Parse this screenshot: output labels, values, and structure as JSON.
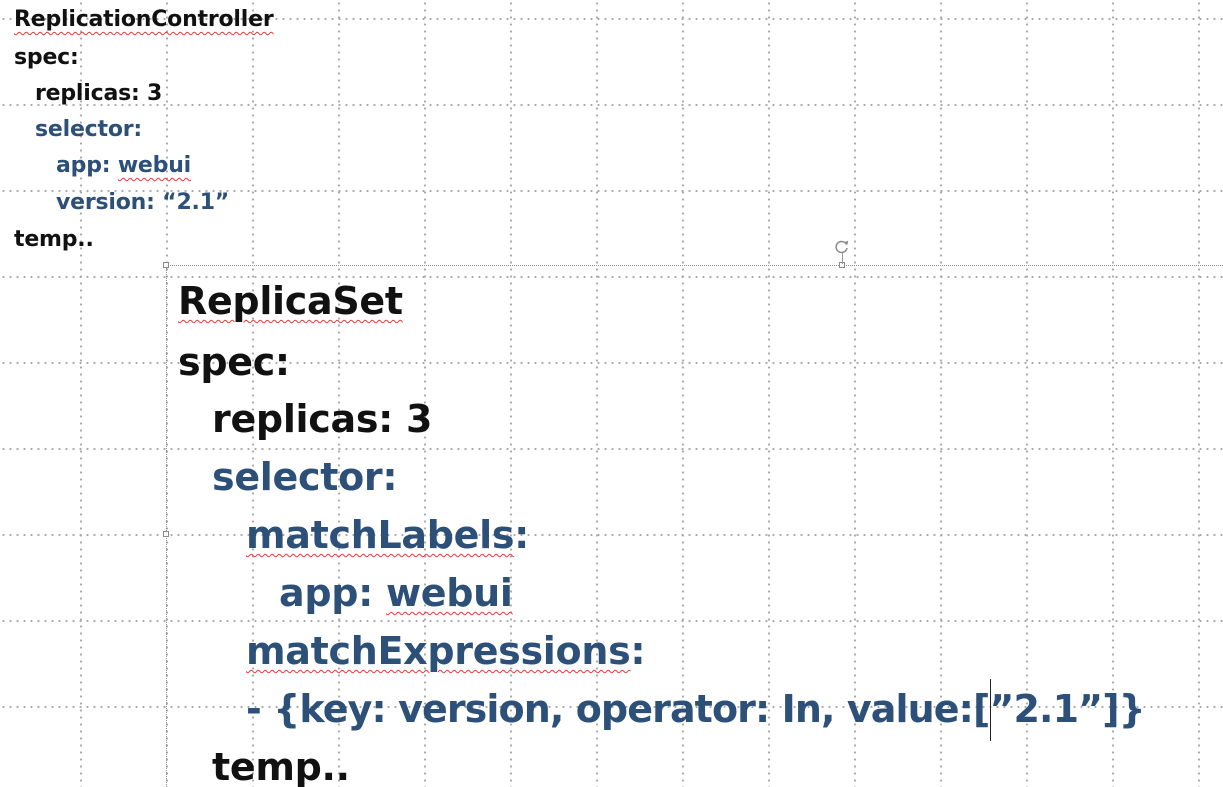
{
  "replication_controller": {
    "kind": "ReplicationController",
    "spec": "spec:",
    "replicas": "replicas: 3",
    "selector": "selector:",
    "app_key": "app: ",
    "app_value": "webui",
    "version": "version: “2.1”",
    "template": "temp.."
  },
  "replica_set": {
    "kind": "ReplicaSet",
    "spec": "spec:",
    "replicas": "replicas: 3",
    "selector": "selector:",
    "match_labels_key": "matchLabels",
    "match_labels_colon": ":",
    "app_key": "app: ",
    "app_value": "webui",
    "match_expressions_key": "matchExpressions",
    "match_expressions_colon": ":",
    "expression_before_caret": "- {key: version, operator: In, value:[",
    "expression_after_caret": "”2.1”]}",
    "template": "temp.."
  },
  "colors": {
    "black_text": "#111111",
    "blue_text": "#2d5079",
    "spell_check_underline": "#e03a3a"
  }
}
